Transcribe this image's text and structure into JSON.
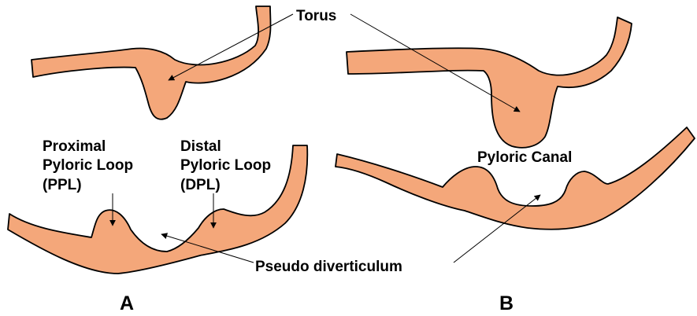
{
  "colors": {
    "tissue_fill": "#f4a77a",
    "outline": "#000000",
    "background": "#ffffff"
  },
  "labels": {
    "torus": "Torus",
    "ppl_line1": "Proximal",
    "ppl_line2": "Pyloric Loop",
    "ppl_line3": "(PPL)",
    "dpl_line1": "Distal",
    "dpl_line2": "Pyloric Loop",
    "dpl_line3": "(DPL)",
    "pyloric_canal": "Pyloric Canal",
    "pseudo_diverticulum": "Pseudo diverticulum",
    "panel_a": "A",
    "panel_b": "B"
  }
}
